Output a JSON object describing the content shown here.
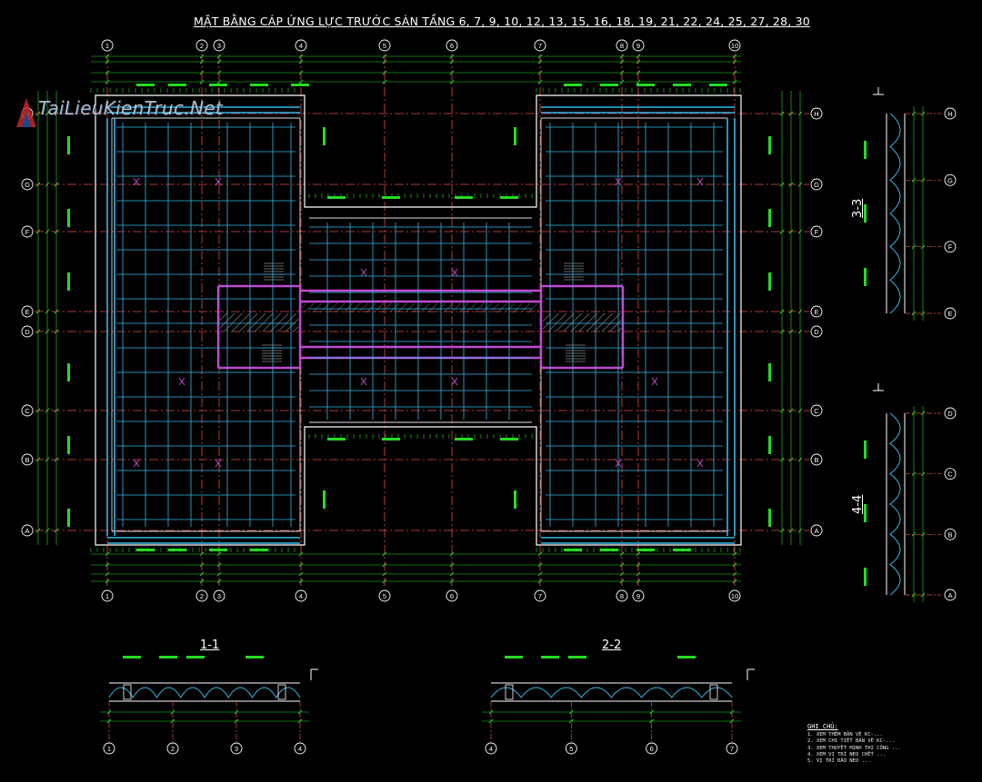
{
  "title": "MẶT BẰNG CÁP ỨNG LỰC TRƯỚC SÀN TẦNG 6, 7, 9, 10, 12, 13, 15, 16, 18, 19, 21, 22, 24, 25, 27, 28, 30",
  "watermark": "TaiLieuKienTruc.Net",
  "grid_columns": [
    "1",
    "2",
    "3",
    "4",
    "5",
    "6",
    "7",
    "8",
    "9",
    "10"
  ],
  "grid_rows": [
    "H",
    "G",
    "F",
    "E",
    "D",
    "C",
    "B",
    "A"
  ],
  "sections": {
    "s11": "1-1",
    "s22": "2-2",
    "s33": "3-3",
    "s44": "4-4"
  },
  "section_axes": {
    "s11": [
      "1",
      "2",
      "3",
      "4"
    ],
    "s22": [
      "4",
      "5",
      "6",
      "7"
    ],
    "s33": [
      "H",
      "G",
      "F",
      "E"
    ],
    "s44": [
      "D",
      "C",
      "B",
      "A"
    ]
  },
  "notes": {
    "title": "GHI CHÚ:",
    "lines": [
      "1. XEM THÊM BẢN VẼ KC-... ",
      "2. XEM CHI TIẾT BẢN VẼ KC-...",
      "3. XEM THUYẾT MINH THI CÔNG ...",
      "4. XEM VỊ TRÍ NEO CHẾT ...",
      "5. VỊ TRÍ ĐẦU NEO ..."
    ]
  },
  "colors": {
    "background": "#000000",
    "grid_axis": "#e24b4b",
    "dimension": "#22dd22",
    "tendon": "#33b8e8",
    "beam": "#c04ad0",
    "slab_edge": "#ffffff"
  }
}
